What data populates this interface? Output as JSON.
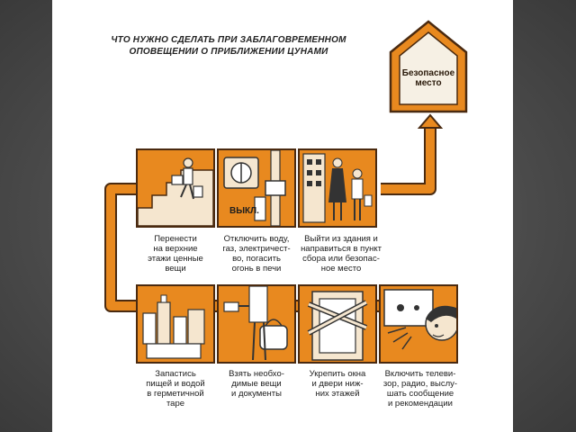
{
  "title": {
    "line1": "ЧТО НУЖНО СДЕЛАТЬ ПРИ ЗАБЛАГОВРЕМЕННОМ",
    "line2": "ОПОВЕЩЕНИИ О ПРИБЛИЖЕНИИ ЦУНАМИ"
  },
  "safe_place": {
    "line1": "Безопасное",
    "line2": "место"
  },
  "switch_label": "ВЫКЛ.",
  "top_row": [
    {
      "lines": [
        "Перенести",
        "на верхние",
        "этажи ценные",
        "вещи"
      ]
    },
    {
      "lines": [
        "Отключить воду,",
        "газ, электричест-",
        "во, погасить",
        "огонь в печи"
      ]
    },
    {
      "lines": [
        "Выйти из здания и",
        "направиться в пункт",
        "сбора или безопас-",
        "ное место"
      ]
    }
  ],
  "bottom_row": [
    {
      "lines": [
        "Запастись",
        "пищей и водой",
        "в герметичной",
        "таре"
      ]
    },
    {
      "lines": [
        "Взять необхо-",
        "димые вещи",
        "и документы"
      ]
    },
    {
      "lines": [
        "Укрепить окна",
        "и двери ниж-",
        "них этажей"
      ]
    },
    {
      "lines": [
        "Включить телеви-",
        "зор, радио, выслу-",
        "шать сообщение",
        "и рекомендации"
      ]
    }
  ],
  "colors": {
    "panel": "#e8891f",
    "pipe": "#e8891f",
    "outline": "#4a2a10",
    "frame": "#4a4a4a"
  }
}
